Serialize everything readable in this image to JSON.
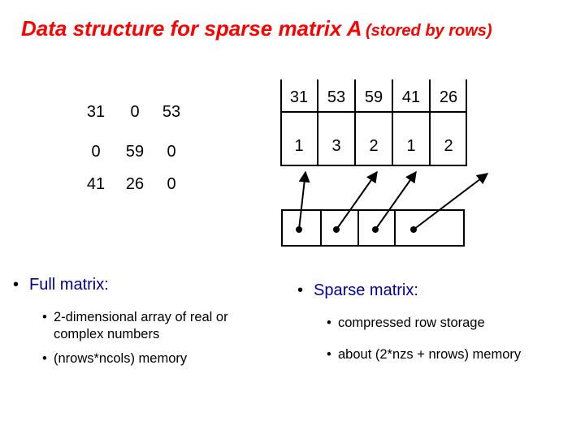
{
  "title": {
    "main": "Data structure for sparse matrix A",
    "sub": "(stored by rows)"
  },
  "full_matrix": {
    "rows": [
      [
        "31",
        "0",
        "53"
      ],
      [
        "0",
        "59",
        "0"
      ],
      [
        "41",
        "26",
        "0"
      ]
    ]
  },
  "sparse_storage": {
    "values": [
      "31",
      "53",
      "59",
      "41",
      "26"
    ],
    "col_indices": [
      "1",
      "3",
      "2",
      "1",
      "2"
    ],
    "row_pointer_slots": 4
  },
  "full_section": {
    "heading": "Full matrix:",
    "items": [
      [
        "2-dimensional array of real or",
        "complex numbers"
      ],
      [
        "(nrows*ncols) memory"
      ]
    ]
  },
  "sparse_section": {
    "heading": "Sparse matrix:",
    "items": [
      "compressed row storage",
      "about (2*nzs + nrows) memory"
    ]
  },
  "colors": {
    "title": "#ff0000",
    "heading": "#000099",
    "line": "#000000"
  },
  "bullet_glyph": "•"
}
